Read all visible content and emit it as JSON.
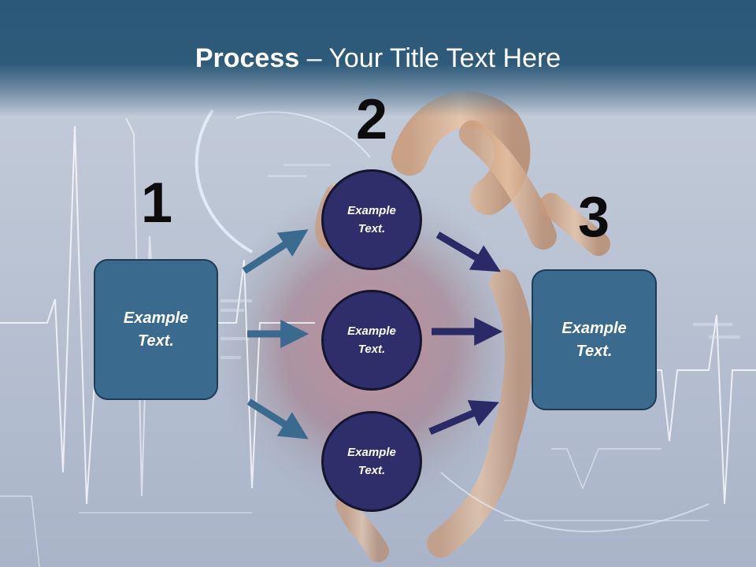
{
  "slide": {
    "title_bold": "Process",
    "title_rest": " – Your Title Text Here",
    "numbers": [
      "1",
      "2",
      "3"
    ],
    "left_box": {
      "text": "Example\nText."
    },
    "right_box": {
      "text": "Example\nText."
    },
    "circles": [
      {
        "text": "Example\nText."
      },
      {
        "text": "Example\nText."
      },
      {
        "text": "Example\nText."
      }
    ]
  },
  "colors": {
    "title_band": "#2f5b7a",
    "box_fill": "#3a6a8e",
    "circle_fill": "#2e2e6a",
    "left_arrows": "#3a6a8e",
    "right_arrows": "#2a2a66"
  }
}
